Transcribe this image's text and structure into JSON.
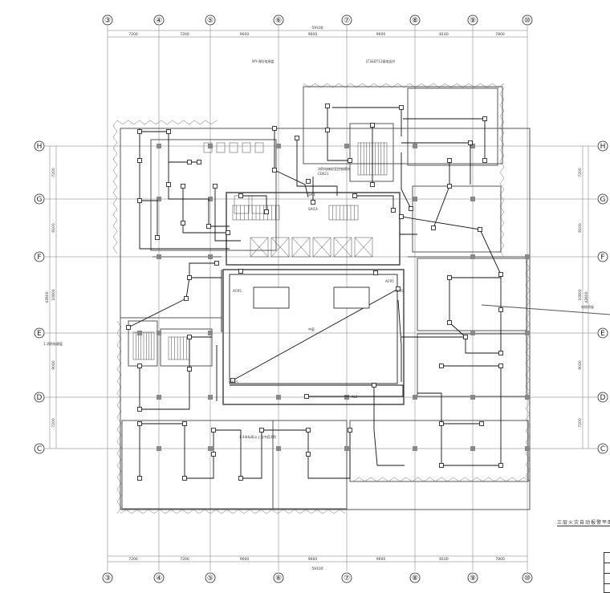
{
  "columns": [
    "③",
    "④",
    "⑤",
    "⑥",
    "⑦",
    "⑧",
    "⑨",
    "⑩"
  ],
  "rows": [
    "H",
    "G",
    "F",
    "E",
    "D",
    "C"
  ],
  "dims_h": [
    "7200",
    "7200",
    "9600",
    "9600",
    "9600",
    "8100",
    "7800"
  ],
  "dim_total": "59100",
  "dims_v": [
    "7200",
    "8100",
    "10800",
    "9000",
    "7200"
  ],
  "dims_v_right": [
    "7200",
    "8100",
    "10800",
    "9000",
    "7200"
  ],
  "total_v_left": "42600",
  "total_v_right": "42600",
  "caption": "三层火灾自动报警平面",
  "labels": {
    "top_note_1": "WY-消防电源盘",
    "top_note_2": "LT3&DT12弱电竖井",
    "riser": "消防电梯前室控制模块",
    "sai": "SAI1",
    "sai2": "SAI1A",
    "cd": "CD621",
    "hall": "中庭",
    "ac1": "ACR5",
    "ac2": "ACR5",
    "ac3": "ACR5",
    "ac4": "ACR5",
    "al5": "AL5",
    "note_left": "1.消防电源盘",
    "note_right": "电缆桥架",
    "lobby_note": "1.4米标高以上为中庭消防"
  }
}
